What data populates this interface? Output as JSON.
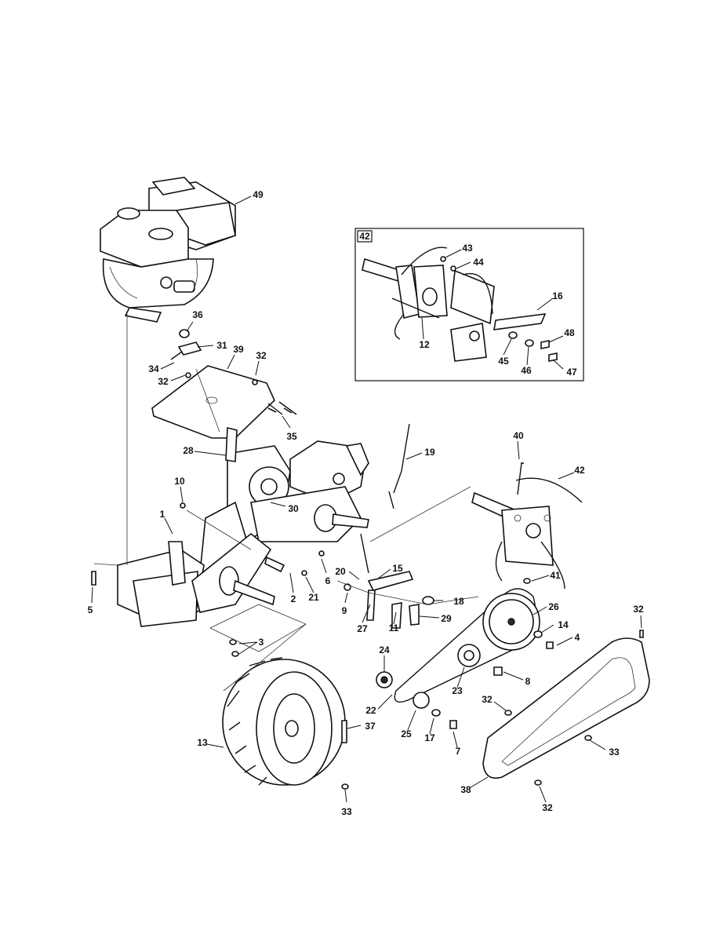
{
  "inset": {
    "label": "42"
  },
  "parts": [
    {
      "num": "49"
    },
    {
      "num": "36"
    },
    {
      "num": "31"
    },
    {
      "num": "39"
    },
    {
      "num": "34"
    },
    {
      "num": "32"
    },
    {
      "num": "32"
    },
    {
      "num": "35"
    },
    {
      "num": "28"
    },
    {
      "num": "10"
    },
    {
      "num": "1"
    },
    {
      "num": "30"
    },
    {
      "num": "19"
    },
    {
      "num": "6"
    },
    {
      "num": "2"
    },
    {
      "num": "21"
    },
    {
      "num": "20"
    },
    {
      "num": "15"
    },
    {
      "num": "9"
    },
    {
      "num": "18"
    },
    {
      "num": "27"
    },
    {
      "num": "11"
    },
    {
      "num": "29"
    },
    {
      "num": "5"
    },
    {
      "num": "3"
    },
    {
      "num": "24"
    },
    {
      "num": "22"
    },
    {
      "num": "25"
    },
    {
      "num": "17"
    },
    {
      "num": "7"
    },
    {
      "num": "23"
    },
    {
      "num": "8"
    },
    {
      "num": "26"
    },
    {
      "num": "14"
    },
    {
      "num": "4"
    },
    {
      "num": "41"
    },
    {
      "num": "40"
    },
    {
      "num": "42"
    },
    {
      "num": "37"
    },
    {
      "num": "13"
    },
    {
      "num": "33"
    },
    {
      "num": "32"
    },
    {
      "num": "32"
    },
    {
      "num": "33"
    },
    {
      "num": "38"
    },
    {
      "num": "32"
    },
    {
      "num": "43"
    },
    {
      "num": "44"
    },
    {
      "num": "16"
    },
    {
      "num": "48"
    },
    {
      "num": "12"
    },
    {
      "num": "45"
    },
    {
      "num": "46"
    },
    {
      "num": "47"
    }
  ]
}
